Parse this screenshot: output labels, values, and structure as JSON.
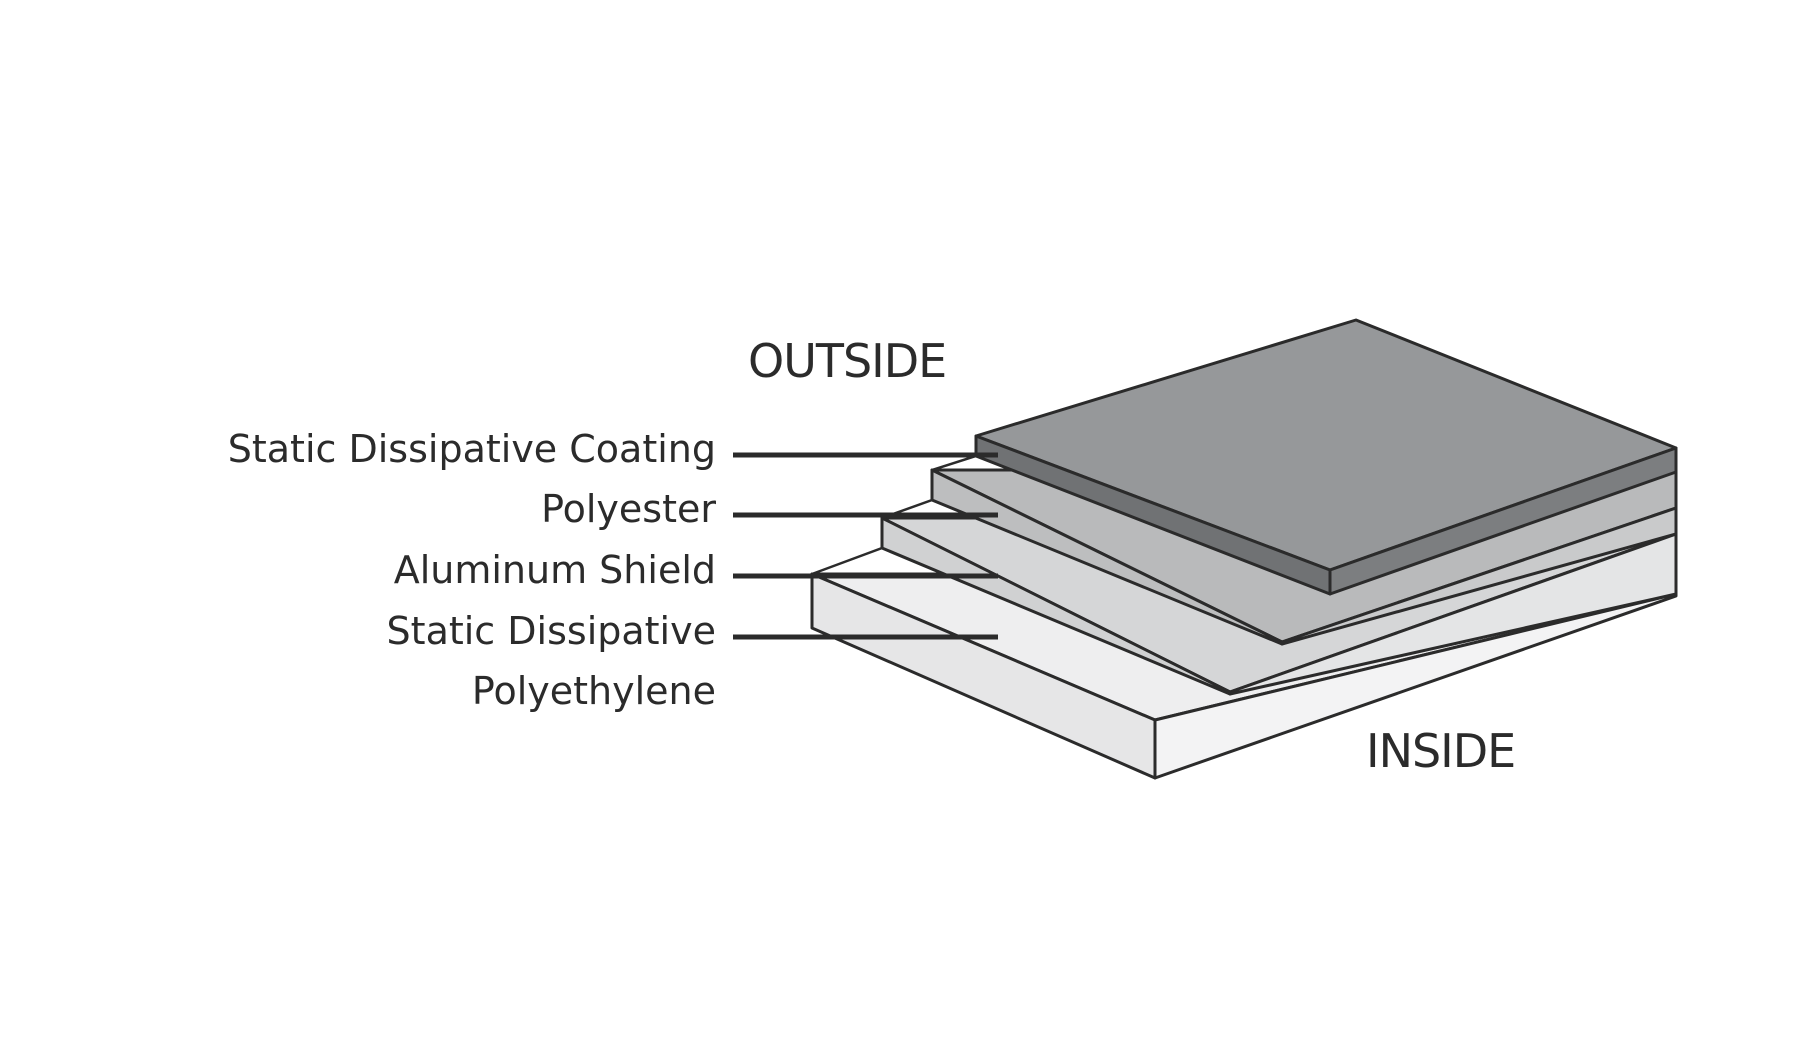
{
  "labels": {
    "outside": "OUTSIDE",
    "inside": "INSIDE",
    "layers": [
      "Static Dissipative Coating",
      "Polyester",
      "Aluminum Shield",
      "Static Dissipative",
      "Polyethylene"
    ]
  },
  "colors": {
    "coating_top": "#96989a",
    "coating_side": "#707274",
    "polyester": "#b9babb",
    "aluminum": "#d5d6d7",
    "polyethylene": "#eeeeef",
    "outline": "#2b2b2b"
  }
}
